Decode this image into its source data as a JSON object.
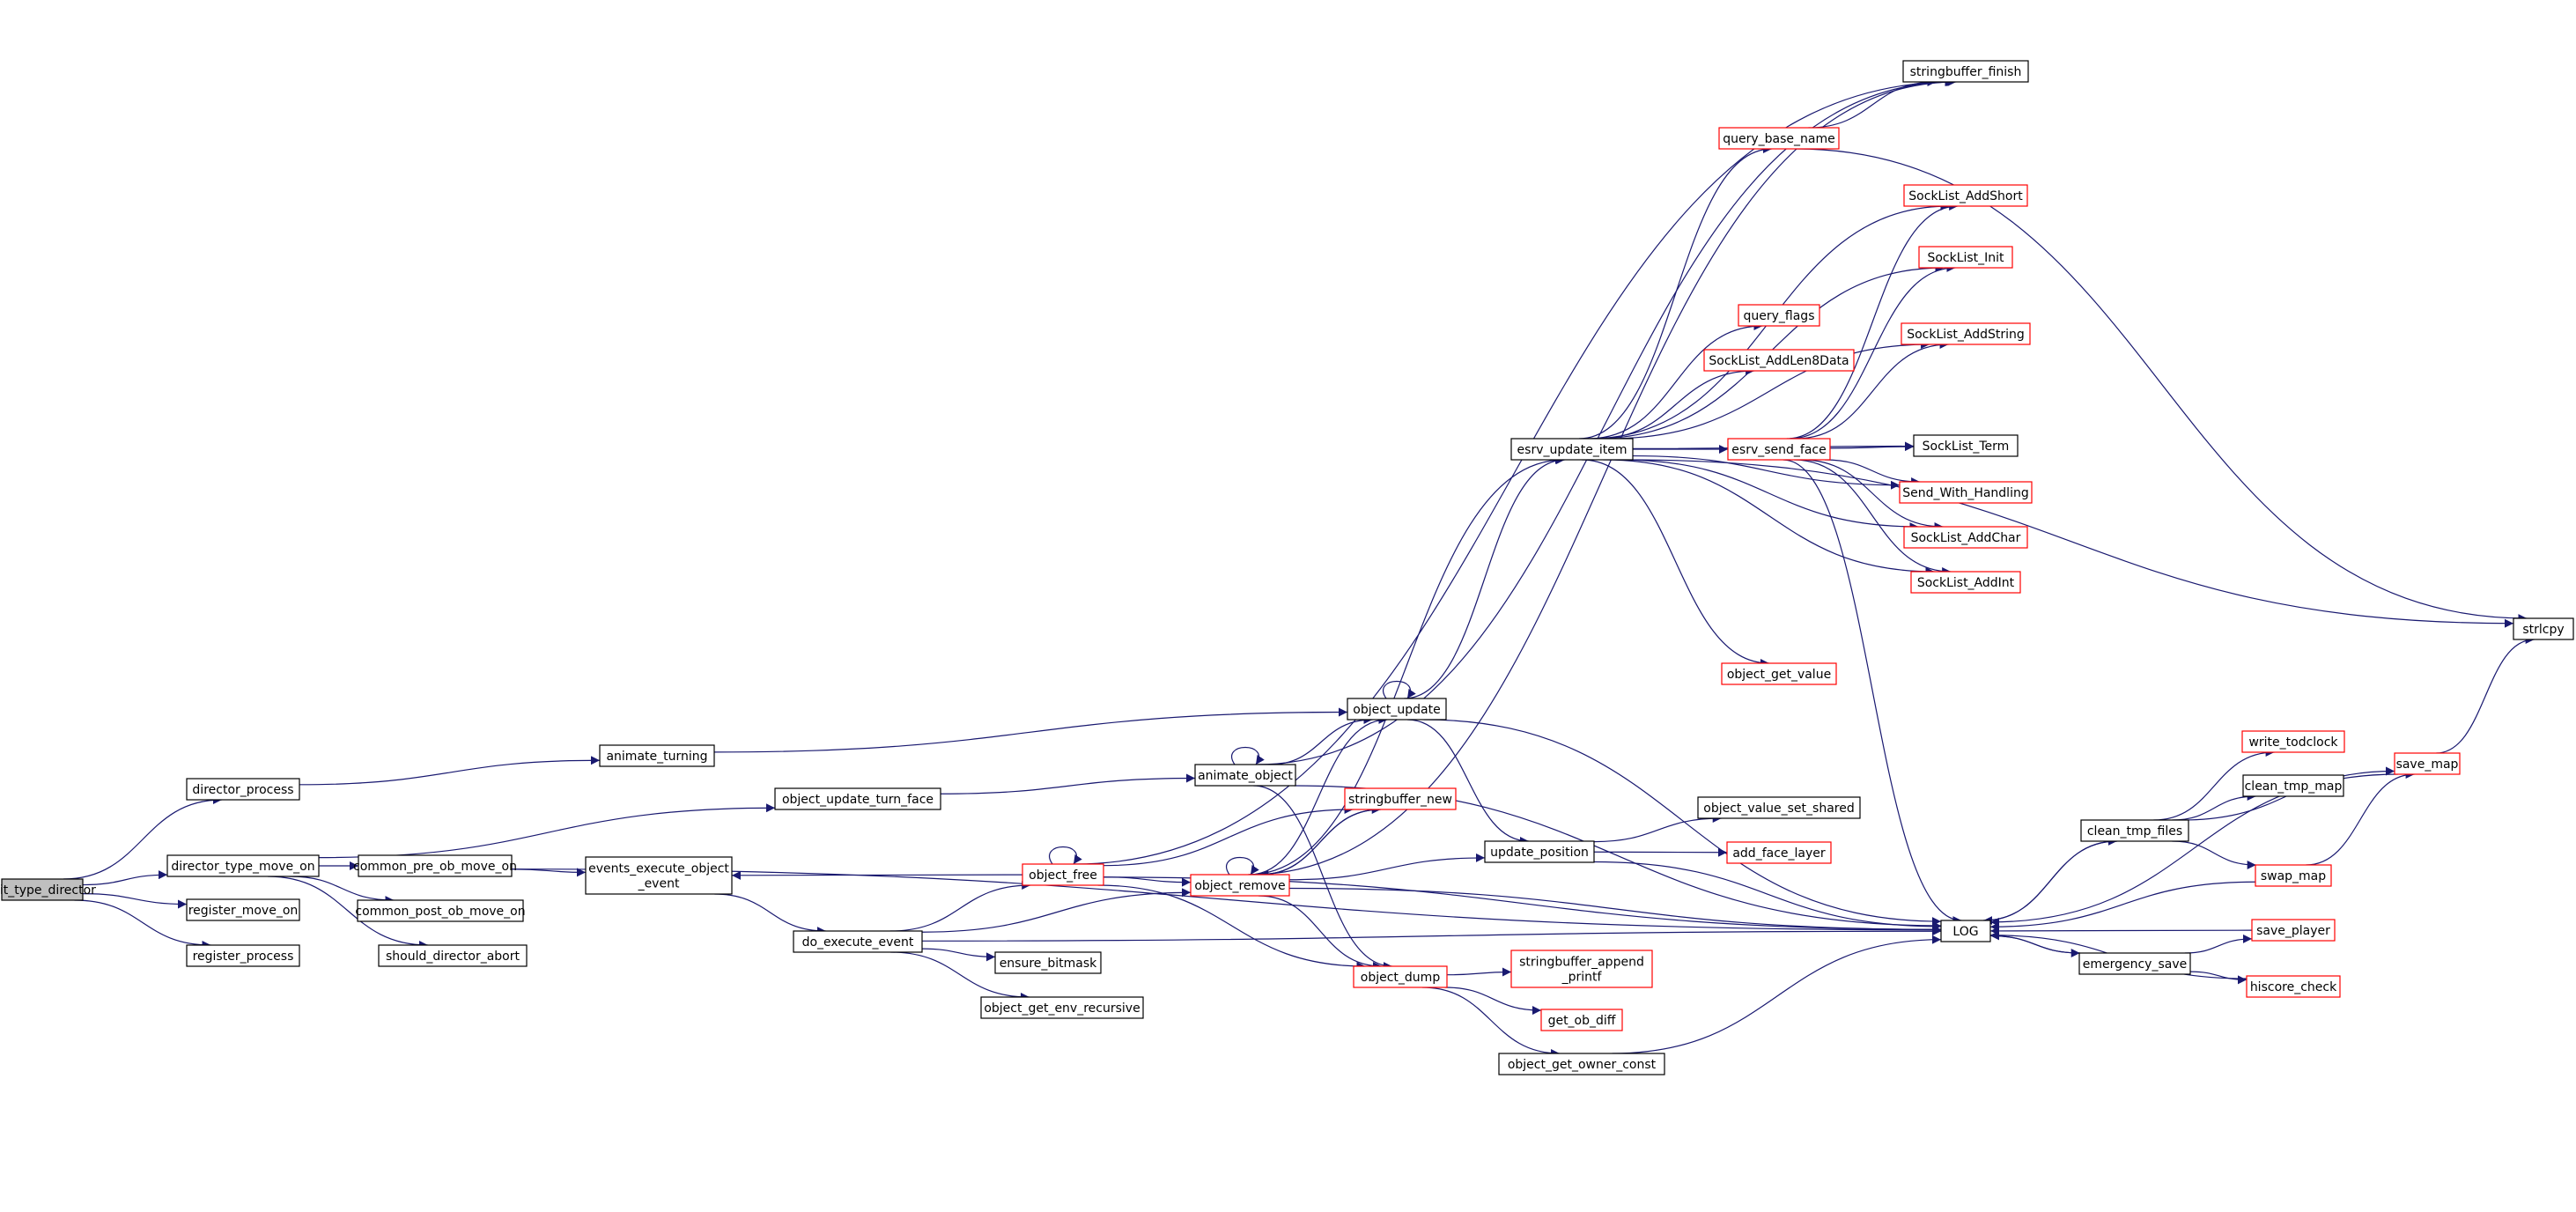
{
  "colors": {
    "edge": "#191970",
    "normal_border": "#000000",
    "truncated_border": "#ff0000",
    "root_fill": "#bfbfbf",
    "fill": "#ffffff",
    "text": "#000000"
  },
  "nodes": [
    {
      "id": "init_type_director",
      "lines": [
        "init_type_director"
      ],
      "style": "root"
    },
    {
      "id": "director_process",
      "lines": [
        "director_process"
      ],
      "style": "normal"
    },
    {
      "id": "director_type_move_on",
      "lines": [
        "director_type_move_on"
      ],
      "style": "normal"
    },
    {
      "id": "register_move_on",
      "lines": [
        "register_move_on"
      ],
      "style": "normal"
    },
    {
      "id": "register_process",
      "lines": [
        "register_process"
      ],
      "style": "normal"
    },
    {
      "id": "common_pre_ob_move_on",
      "lines": [
        "common_pre_ob_move_on"
      ],
      "style": "normal"
    },
    {
      "id": "common_post_ob_move_on",
      "lines": [
        "common_post_ob_move_on"
      ],
      "style": "normal"
    },
    {
      "id": "should_director_abort",
      "lines": [
        "should_director_abort"
      ],
      "style": "normal"
    },
    {
      "id": "events_execute_object_event",
      "lines": [
        "events_execute_object",
        "_event"
      ],
      "style": "normal"
    },
    {
      "id": "do_execute_event",
      "lines": [
        "do_execute_event"
      ],
      "style": "normal"
    },
    {
      "id": "ensure_bitmask",
      "lines": [
        "ensure_bitmask"
      ],
      "style": "normal"
    },
    {
      "id": "object_get_env_recursive",
      "lines": [
        "object_get_env_recursive"
      ],
      "style": "normal"
    },
    {
      "id": "animate_turning",
      "lines": [
        "animate_turning"
      ],
      "style": "normal"
    },
    {
      "id": "object_update_turn_face",
      "lines": [
        "object_update_turn_face"
      ],
      "style": "normal"
    },
    {
      "id": "object_free",
      "lines": [
        "object_free"
      ],
      "style": "truncated"
    },
    {
      "id": "object_remove",
      "lines": [
        "object_remove"
      ],
      "style": "truncated"
    },
    {
      "id": "animate_object",
      "lines": [
        "animate_object"
      ],
      "style": "normal"
    },
    {
      "id": "stringbuffer_new",
      "lines": [
        "stringbuffer_new"
      ],
      "style": "truncated"
    },
    {
      "id": "object_dump",
      "lines": [
        "object_dump"
      ],
      "style": "truncated"
    },
    {
      "id": "object_update",
      "lines": [
        "object_update"
      ],
      "style": "normal"
    },
    {
      "id": "update_position",
      "lines": [
        "update_position"
      ],
      "style": "normal"
    },
    {
      "id": "object_value_set_shared",
      "lines": [
        "object_value_set_shared"
      ],
      "style": "normal"
    },
    {
      "id": "add_face_layer",
      "lines": [
        "add_face_layer"
      ],
      "style": "truncated"
    },
    {
      "id": "stringbuffer_append_printf",
      "lines": [
        "stringbuffer_append",
        "_printf"
      ],
      "style": "truncated"
    },
    {
      "id": "get_ob_diff",
      "lines": [
        "get_ob_diff"
      ],
      "style": "truncated"
    },
    {
      "id": "object_get_owner_const",
      "lines": [
        "object_get_owner_const"
      ],
      "style": "normal"
    },
    {
      "id": "esrv_update_item",
      "lines": [
        "esrv_update_item"
      ],
      "style": "normal"
    },
    {
      "id": "esrv_send_face",
      "lines": [
        "esrv_send_face"
      ],
      "style": "truncated"
    },
    {
      "id": "query_flags",
      "lines": [
        "query_flags"
      ],
      "style": "truncated"
    },
    {
      "id": "SockList_AddLen8Data",
      "lines": [
        "SockList_AddLen8Data"
      ],
      "style": "truncated"
    },
    {
      "id": "object_get_value",
      "lines": [
        "object_get_value"
      ],
      "style": "truncated"
    },
    {
      "id": "query_base_name",
      "lines": [
        "query_base_name"
      ],
      "style": "truncated"
    },
    {
      "id": "stringbuffer_finish",
      "lines": [
        "stringbuffer_finish"
      ],
      "style": "normal"
    },
    {
      "id": "SockList_AddShort",
      "lines": [
        "SockList_AddShort"
      ],
      "style": "truncated"
    },
    {
      "id": "SockList_Init",
      "lines": [
        "SockList_Init"
      ],
      "style": "truncated"
    },
    {
      "id": "SockList_AddString",
      "lines": [
        "SockList_AddString"
      ],
      "style": "truncated"
    },
    {
      "id": "SockList_Term",
      "lines": [
        "SockList_Term"
      ],
      "style": "normal"
    },
    {
      "id": "Send_With_Handling",
      "lines": [
        "Send_With_Handling"
      ],
      "style": "truncated"
    },
    {
      "id": "SockList_AddChar",
      "lines": [
        "SockList_AddChar"
      ],
      "style": "truncated"
    },
    {
      "id": "SockList_AddInt",
      "lines": [
        "SockList_AddInt"
      ],
      "style": "truncated"
    },
    {
      "id": "LOG",
      "lines": [
        "LOG"
      ],
      "style": "normal"
    },
    {
      "id": "strlcpy",
      "lines": [
        "strlcpy"
      ],
      "style": "normal"
    },
    {
      "id": "clean_tmp_files",
      "lines": [
        "clean_tmp_files"
      ],
      "style": "normal"
    },
    {
      "id": "emergency_save",
      "lines": [
        "emergency_save"
      ],
      "style": "normal"
    },
    {
      "id": "write_todclock",
      "lines": [
        "write_todclock"
      ],
      "style": "truncated"
    },
    {
      "id": "clean_tmp_map",
      "lines": [
        "clean_tmp_map"
      ],
      "style": "normal"
    },
    {
      "id": "save_map",
      "lines": [
        "save_map"
      ],
      "style": "truncated"
    },
    {
      "id": "swap_map",
      "lines": [
        "swap_map"
      ],
      "style": "truncated"
    },
    {
      "id": "save_player",
      "lines": [
        "save_player"
      ],
      "style": "truncated"
    },
    {
      "id": "hiscore_check",
      "lines": [
        "hiscore_check"
      ],
      "style": "truncated"
    }
  ],
  "edges": [
    [
      "init_type_director",
      "director_process"
    ],
    [
      "init_type_director",
      "director_type_move_on"
    ],
    [
      "init_type_director",
      "register_move_on"
    ],
    [
      "init_type_director",
      "register_process"
    ],
    [
      "director_process",
      "animate_turning"
    ],
    [
      "director_type_move_on",
      "object_update_turn_face"
    ],
    [
      "director_type_move_on",
      "common_pre_ob_move_on"
    ],
    [
      "director_type_move_on",
      "common_post_ob_move_on"
    ],
    [
      "director_type_move_on",
      "should_director_abort"
    ],
    [
      "common_pre_ob_move_on",
      "events_execute_object_event"
    ],
    [
      "common_pre_ob_move_on",
      "LOG"
    ],
    [
      "events_execute_object_event",
      "do_execute_event"
    ],
    [
      "do_execute_event",
      "object_free"
    ],
    [
      "do_execute_event",
      "object_remove"
    ],
    [
      "do_execute_event",
      "ensure_bitmask"
    ],
    [
      "do_execute_event",
      "object_get_env_recursive"
    ],
    [
      "do_execute_event",
      "LOG"
    ],
    [
      "animate_turning",
      "object_update"
    ],
    [
      "object_update_turn_face",
      "animate_object"
    ],
    [
      "object_free",
      "events_execute_object_event"
    ],
    [
      "object_free",
      "object_free"
    ],
    [
      "object_free",
      "object_remove"
    ],
    [
      "object_free",
      "stringbuffer_new"
    ],
    [
      "object_free",
      "object_dump"
    ],
    [
      "object_free",
      "stringbuffer_finish"
    ],
    [
      "object_free",
      "LOG"
    ],
    [
      "object_remove",
      "object_remove"
    ],
    [
      "object_remove",
      "object_update"
    ],
    [
      "object_remove",
      "stringbuffer_new"
    ],
    [
      "object_remove",
      "object_dump"
    ],
    [
      "object_remove",
      "stringbuffer_finish"
    ],
    [
      "object_remove",
      "update_position"
    ],
    [
      "object_remove",
      "esrv_update_item"
    ],
    [
      "object_remove",
      "LOG"
    ],
    [
      "animate_object",
      "animate_object"
    ],
    [
      "animate_object",
      "object_update"
    ],
    [
      "animate_object",
      "object_dump"
    ],
    [
      "animate_object",
      "stringbuffer_finish"
    ],
    [
      "animate_object",
      "LOG"
    ],
    [
      "stringbuffer_new",
      "object_remove"
    ],
    [
      "object_dump",
      "stringbuffer_append_printf"
    ],
    [
      "object_dump",
      "get_ob_diff"
    ],
    [
      "object_dump",
      "object_get_owner_const"
    ],
    [
      "object_update",
      "object_update"
    ],
    [
      "object_update",
      "esrv_update_item"
    ],
    [
      "object_update",
      "update_position"
    ],
    [
      "object_update",
      "LOG"
    ],
    [
      "update_position",
      "object_value_set_shared"
    ],
    [
      "update_position",
      "add_face_layer"
    ],
    [
      "update_position",
      "LOG"
    ],
    [
      "object_get_owner_const",
      "LOG"
    ],
    [
      "esrv_update_item",
      "query_base_name"
    ],
    [
      "esrv_update_item",
      "SockList_AddShort"
    ],
    [
      "esrv_update_item",
      "SockList_Init"
    ],
    [
      "esrv_update_item",
      "query_flags"
    ],
    [
      "esrv_update_item",
      "SockList_AddString"
    ],
    [
      "esrv_update_item",
      "SockList_AddLen8Data"
    ],
    [
      "esrv_update_item",
      "esrv_send_face"
    ],
    [
      "esrv_update_item",
      "SockList_Term"
    ],
    [
      "esrv_update_item",
      "Send_With_Handling"
    ],
    [
      "esrv_update_item",
      "SockList_AddChar"
    ],
    [
      "esrv_update_item",
      "SockList_AddInt"
    ],
    [
      "esrv_update_item",
      "strlcpy"
    ],
    [
      "esrv_update_item",
      "object_get_value"
    ],
    [
      "esrv_send_face",
      "SockList_AddShort"
    ],
    [
      "esrv_send_face",
      "SockList_Init"
    ],
    [
      "esrv_send_face",
      "SockList_AddString"
    ],
    [
      "esrv_send_face",
      "SockList_Term"
    ],
    [
      "esrv_send_face",
      "Send_With_Handling"
    ],
    [
      "esrv_send_face",
      "SockList_AddChar"
    ],
    [
      "esrv_send_face",
      "SockList_AddInt"
    ],
    [
      "esrv_send_face",
      "LOG"
    ],
    [
      "query_base_name",
      "stringbuffer_finish"
    ],
    [
      "query_base_name",
      "strlcpy"
    ],
    [
      "LOG",
      "clean_tmp_files"
    ],
    [
      "LOG",
      "emergency_save"
    ],
    [
      "clean_tmp_files",
      "LOG"
    ],
    [
      "clean_tmp_files",
      "write_todclock"
    ],
    [
      "clean_tmp_files",
      "clean_tmp_map"
    ],
    [
      "clean_tmp_files",
      "save_map"
    ],
    [
      "clean_tmp_files",
      "swap_map"
    ],
    [
      "emergency_save",
      "LOG"
    ],
    [
      "emergency_save",
      "save_player"
    ],
    [
      "emergency_save",
      "hiscore_check"
    ],
    [
      "save_map",
      "LOG"
    ],
    [
      "save_map",
      "strlcpy"
    ],
    [
      "swap_map",
      "LOG"
    ],
    [
      "swap_map",
      "save_map"
    ],
    [
      "save_player",
      "LOG"
    ],
    [
      "hiscore_check",
      "LOG"
    ]
  ]
}
